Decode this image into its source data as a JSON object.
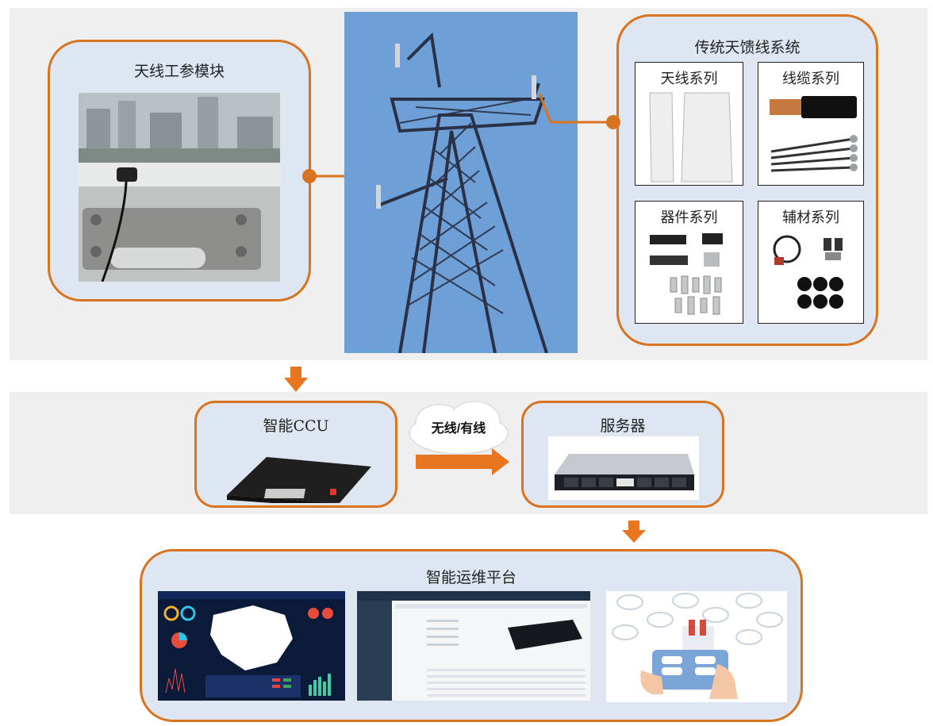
{
  "antenna_module": {
    "title": "天线工参模块"
  },
  "traditional_system": {
    "title": "传统天馈线系统",
    "groups": [
      {
        "label": "天线系列"
      },
      {
        "label": "线缆系列"
      },
      {
        "label": "器件系列"
      },
      {
        "label": "辅材系列"
      }
    ]
  },
  "ccu": {
    "title": "智能CCU"
  },
  "link": {
    "label": "无线/有线"
  },
  "server": {
    "title": "服务器"
  },
  "platform": {
    "title": "智能运维平台"
  },
  "colors": {
    "accent": "#d8731f",
    "box_fill": "#dde6f1",
    "band_fill": "#efefef",
    "sky": "#6e9fd6"
  }
}
